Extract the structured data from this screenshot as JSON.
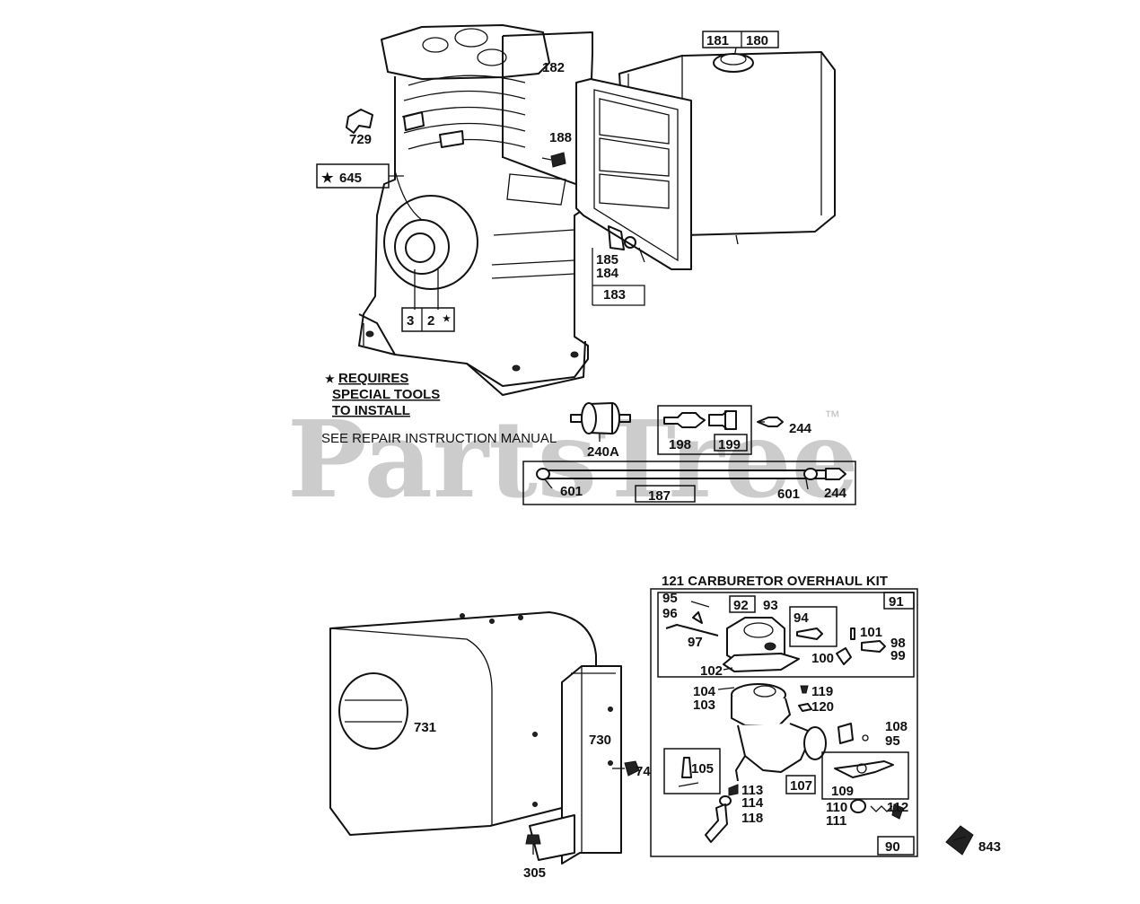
{
  "watermark": {
    "text": "PartsTree",
    "trademark": "™"
  },
  "notes": {
    "requires_line1": "REQUIRES",
    "requires_line2": "SPECIAL TOOLS",
    "requires_line3": "TO INSTALL",
    "star_symbol": "★",
    "repair_manual": "SEE REPAIR INSTRUCTION MANUAL"
  },
  "kit": {
    "title": "121 CARBURETOR OVERHAUL KIT"
  },
  "callouts": {
    "c729": "729",
    "c645": "645",
    "c181": "181",
    "c180": "180",
    "c182": "182",
    "c188": "188",
    "c185": "185",
    "c184": "184",
    "c183": "183",
    "c3": "3",
    "c2": "2",
    "c240a": "240A",
    "c198": "198",
    "c199": "199",
    "c244a": "244",
    "c601a": "601",
    "c187": "187",
    "c601b": "601",
    "c244b": "244",
    "c731": "731",
    "c730": "730",
    "c74": "74",
    "c305": "305",
    "c95a": "95",
    "c96": "96",
    "c97": "97",
    "c92": "92",
    "c93": "93",
    "c94": "94",
    "c91": "91",
    "c101": "101",
    "c98": "98",
    "c99": "99",
    "c100": "100",
    "c102": "102",
    "c104": "104",
    "c103": "103",
    "c119": "119",
    "c120": "120",
    "c108": "108",
    "c95b": "95",
    "c105": "105",
    "c107": "107",
    "c109": "109",
    "c113": "113",
    "c114": "114",
    "c118": "118",
    "c110": "110",
    "c111": "111",
    "c112": "112",
    "c90": "90",
    "c843": "843"
  }
}
